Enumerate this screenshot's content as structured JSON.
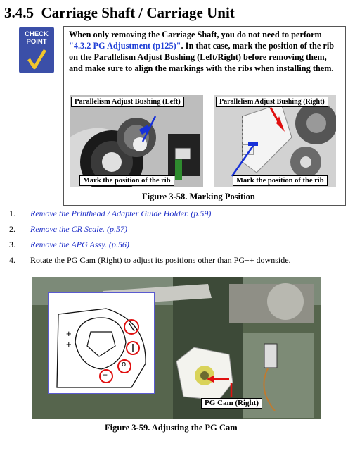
{
  "section": {
    "number": "3.4.5",
    "title": "Carriage Shaft / Carriage Unit"
  },
  "check_point": {
    "badge_line1": "CHECK",
    "badge_line2": "POINT",
    "text_before": "When only removing the Carriage Shaft, you do not need to perform ",
    "link_text": "\"4.3.2 PG Adjustment (p125)\"",
    "text_after": ". In that case, mark the position of the rib on the Parallelism Adjust Bushing (Left/Right) before removing them, and make sure to align the markings with the ribs when installing them."
  },
  "figure_58": {
    "left_label": "Parallelism Adjust Bushing (Left)",
    "right_label": "Parallelism Adjust Bushing (Right)",
    "left_bottom_label": "Mark the position of the rib",
    "right_bottom_label": "Mark the position of the rib",
    "caption": "Figure 3-58. Marking Position"
  },
  "steps": [
    {
      "number": "1.",
      "text": "Remove the Printhead / Adapter Guide Holder. (p.59)"
    },
    {
      "number": "2.",
      "text": "Remove the CR Scale. (p.57)"
    },
    {
      "number": "3.",
      "text": "Remove the APG Assy. (p.56)"
    },
    {
      "number": "4.",
      "text": "Rotate the PG Cam (Right) to adjust its positions other than PG++ downside."
    }
  ],
  "figure_59": {
    "callout": "PG Cam (Right)",
    "inset_symbols": [
      "+",
      "+",
      "+",
      "o"
    ],
    "caption": "Figure 3-59. Adjusting the PG Cam"
  },
  "colors": {
    "link": "#1f3fd6",
    "badge": "#3b4fa8",
    "checkmark": "#f2c62b",
    "marker": "#e01010"
  }
}
